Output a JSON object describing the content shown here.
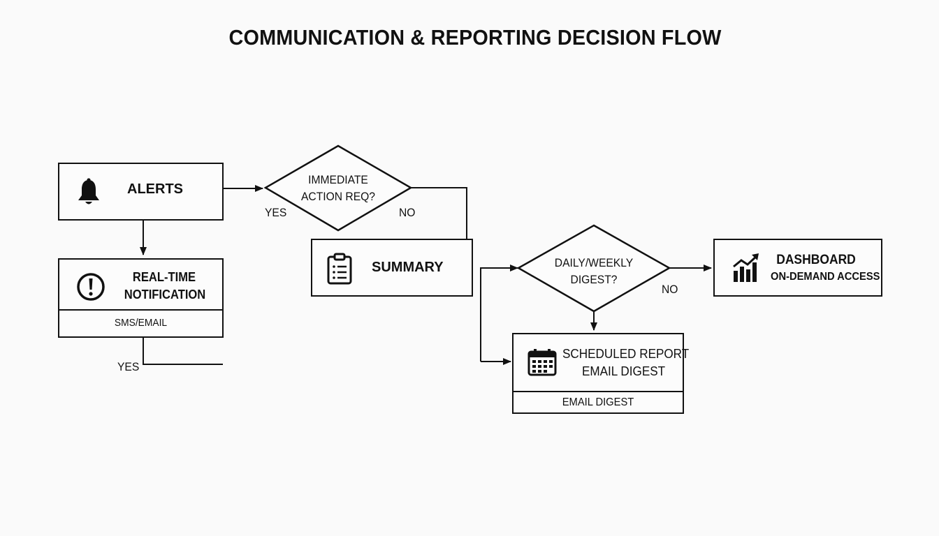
{
  "title": "COMMUNICATION & REPORTING DECISION FLOW",
  "nodes": {
    "alerts": {
      "label": "ALERTS",
      "icon": "bell-icon"
    },
    "immediate_decision": {
      "line1": "IMMEDIATE",
      "line2": "ACTION REQ?"
    },
    "realtime": {
      "line1": "REAL-TIME",
      "line2": "NOTIFICATION",
      "footer": "SMS/EMAIL",
      "icon": "exclamation-circle-icon"
    },
    "summary": {
      "label": "SUMMARY",
      "icon": "clipboard-list-icon"
    },
    "digest_decision": {
      "line1": "DAILY/WEEKLY",
      "line2": "DIGEST?"
    },
    "dashboard": {
      "line1": "DASHBOARD",
      "line2": "ON-DEMAND ACCESS",
      "icon": "bar-chart-trend-icon"
    },
    "scheduled": {
      "line1": "SCHEDULED REPORT",
      "line2": "EMAIL DIGEST",
      "footer": "EMAIL DIGEST",
      "icon": "calendar-icon"
    }
  },
  "edge_labels": {
    "immediate_yes": "YES",
    "immediate_no": "NO",
    "digest_no": "NO",
    "realtime_yes": "YES"
  }
}
